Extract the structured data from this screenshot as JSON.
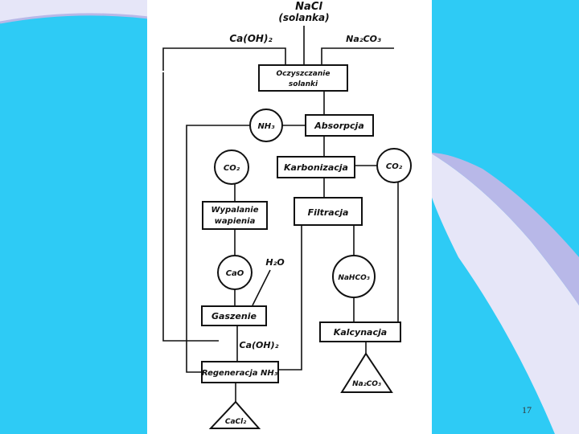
{
  "colors": {
    "background": "#2ecbf5",
    "accent_light": "#e6e6f8",
    "accent_mid": "#b8b8e8",
    "paper": "#ffffff"
  },
  "diagram": {
    "top_input": "NaCl",
    "top_input_note": "(solanka)",
    "reagent_left": "Ca(OH)₂",
    "reagent_right": "Na₂CO₃",
    "processes": {
      "purification": [
        "Oczyszczanie",
        "solanki"
      ],
      "absorption": "Absorpcja",
      "carbonization": "Karbonizacja",
      "filtration": "Filtracja",
      "lime_burning": [
        "Wypalanie",
        "wapienia"
      ],
      "slaking": "Gaszenie",
      "calcination": "Kalcynacja",
      "regeneration": "Regeneracja NH₃"
    },
    "streams": {
      "nh3": "NH₃",
      "co2_left": "CO₂",
      "co2_right": "CO₂",
      "cao": "CaO",
      "h2o": "H₂O",
      "nahco3": "NaHCO₃",
      "caoh2_mid": "Ca(OH)₂"
    },
    "products": {
      "soda": "Na₂CO₃",
      "cacl2": "CaCl₂"
    }
  },
  "page_number": "17"
}
